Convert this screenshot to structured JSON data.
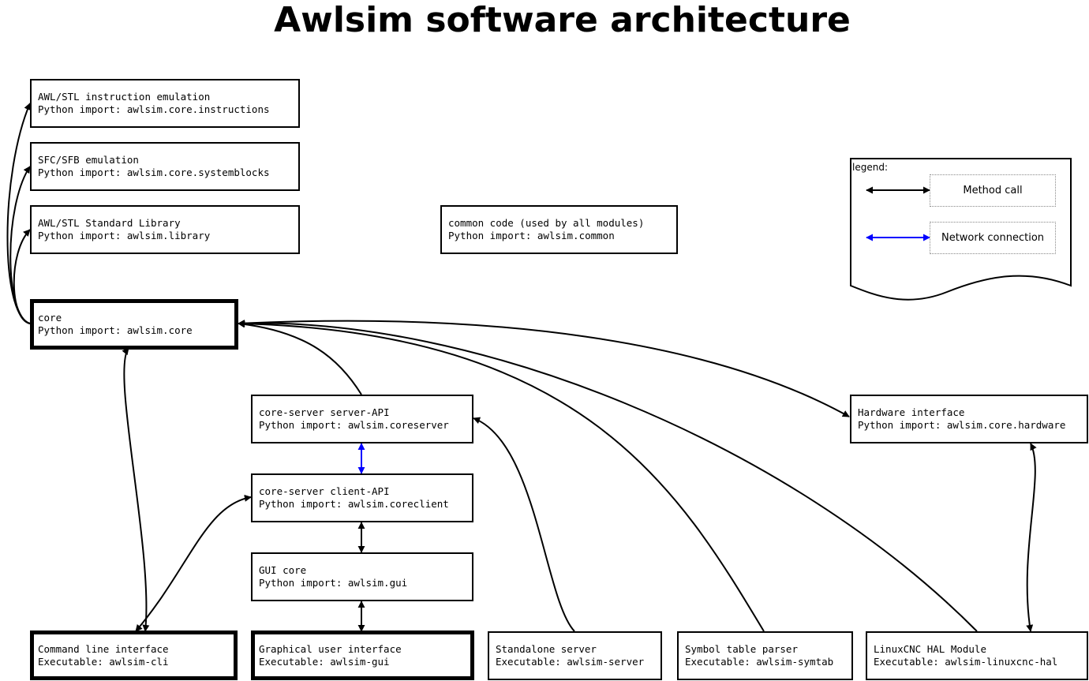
{
  "title": "Awlsim software architecture",
  "modules": {
    "instructions": {
      "line1": "AWL/STL instruction emulation",
      "line2": "Python import: awlsim.core.instructions"
    },
    "systemblocks": {
      "line1": "SFC/SFB emulation",
      "line2": "Python import: awlsim.core.systemblocks"
    },
    "library": {
      "line1": "AWL/STL Standard Library",
      "line2": "Python import: awlsim.library"
    },
    "common": {
      "line1": "common code (used by all modules)",
      "line2": "Python import: awlsim.common"
    },
    "core": {
      "line1": "core",
      "line2": "Python import: awlsim.core"
    },
    "coreserver": {
      "line1": "core-server server-API",
      "line2": "Python import: awlsim.coreserver"
    },
    "coreclient": {
      "line1": "core-server client-API",
      "line2": "Python import: awlsim.coreclient"
    },
    "guicore": {
      "line1": "GUI core",
      "line2": "Python import: awlsim.gui"
    },
    "hardware": {
      "line1": "Hardware interface",
      "line2": "Python import: awlsim.core.hardware"
    },
    "cli": {
      "line1": "Command line interface",
      "line2": "Executable: awlsim-cli"
    },
    "gui": {
      "line1": "Graphical user interface",
      "line2": "Executable: awlsim-gui"
    },
    "server": {
      "line1": "Standalone server",
      "line2": "Executable: awlsim-server"
    },
    "symtab": {
      "line1": "Symbol table parser",
      "line2": "Executable: awlsim-symtab"
    },
    "linuxcnc": {
      "line1": "LinuxCNC HAL Module",
      "line2": "Executable: awlsim-linuxcnc-hal"
    }
  },
  "legend": {
    "label": "legend:",
    "method_call": "Method call",
    "network_connection": "Network connection"
  },
  "colors": {
    "method_call": "#000000",
    "network_connection": "#0000ff"
  }
}
